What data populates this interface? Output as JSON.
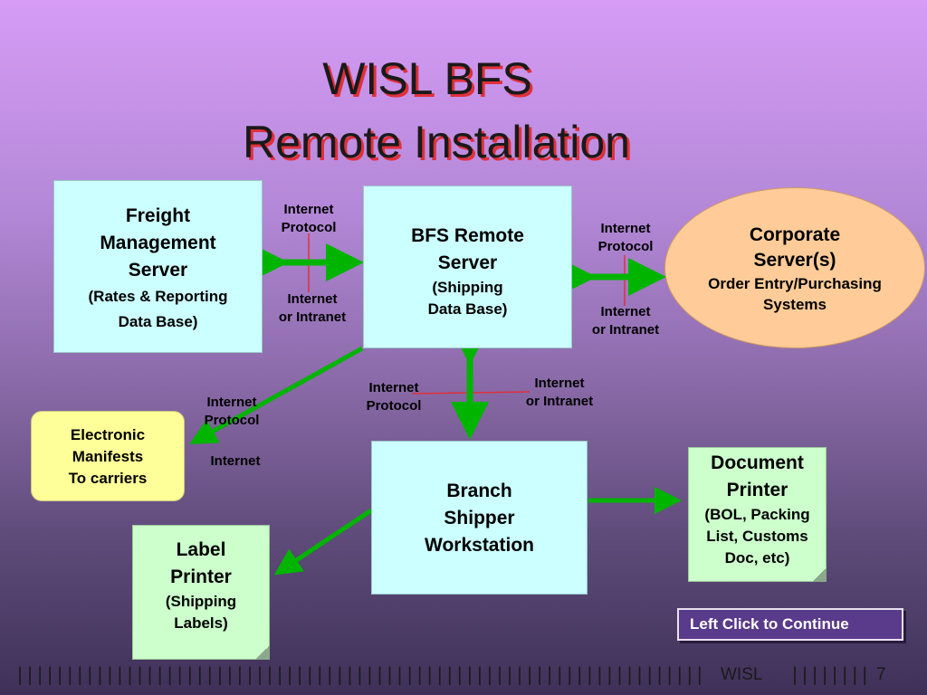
{
  "title": {
    "line1": "WISL BFS",
    "line2": "Remote Installation"
  },
  "nodes": {
    "freight": {
      "line1": "Freight",
      "line2": "Management",
      "line3": "Server",
      "sub1": "(Rates & Reporting",
      "sub2": "Data Base)"
    },
    "bfs_remote": {
      "line1": "BFS Remote",
      "line2": "Server",
      "sub1": "(Shipping",
      "sub2": "Data Base)"
    },
    "corporate": {
      "line1": "Corporate",
      "line2": "Server(s)",
      "sub1": "Order Entry/Purchasing",
      "sub2": "Systems"
    },
    "manifests": {
      "line1": "Electronic",
      "line2": "Manifests",
      "line3": "To carriers"
    },
    "branch": {
      "line1": "Branch",
      "line2": "Shipper",
      "line3": "Workstation"
    },
    "doc_printer": {
      "line1": "Document",
      "line2": "Printer",
      "sub1": "(BOL, Packing",
      "sub2": "List, Customs",
      "sub3": "Doc, etc)"
    },
    "label_printer": {
      "line1": "Label",
      "line2": "Printer",
      "sub1": "(Shipping",
      "sub2": "Labels)"
    }
  },
  "labels": {
    "ip1": [
      "Internet",
      "Protocol"
    ],
    "ii1": [
      "Internet",
      "or Intranet"
    ],
    "ip2": [
      "Internet",
      "Protocol"
    ],
    "ii2": [
      "Internet",
      "or Intranet"
    ],
    "ip3": [
      "Internet",
      "Protocol"
    ],
    "ii3": [
      "Internet",
      "or Intranet"
    ],
    "ip4": [
      "Internet",
      "Protocol"
    ],
    "internet": "Internet"
  },
  "button": {
    "label": "Left Click to Continue"
  },
  "footer": {
    "brand": "WISL",
    "page": "7"
  },
  "colors": {
    "arrow": "#00b400",
    "connector": "#e0303c",
    "title_shadow": "#e0303c"
  }
}
